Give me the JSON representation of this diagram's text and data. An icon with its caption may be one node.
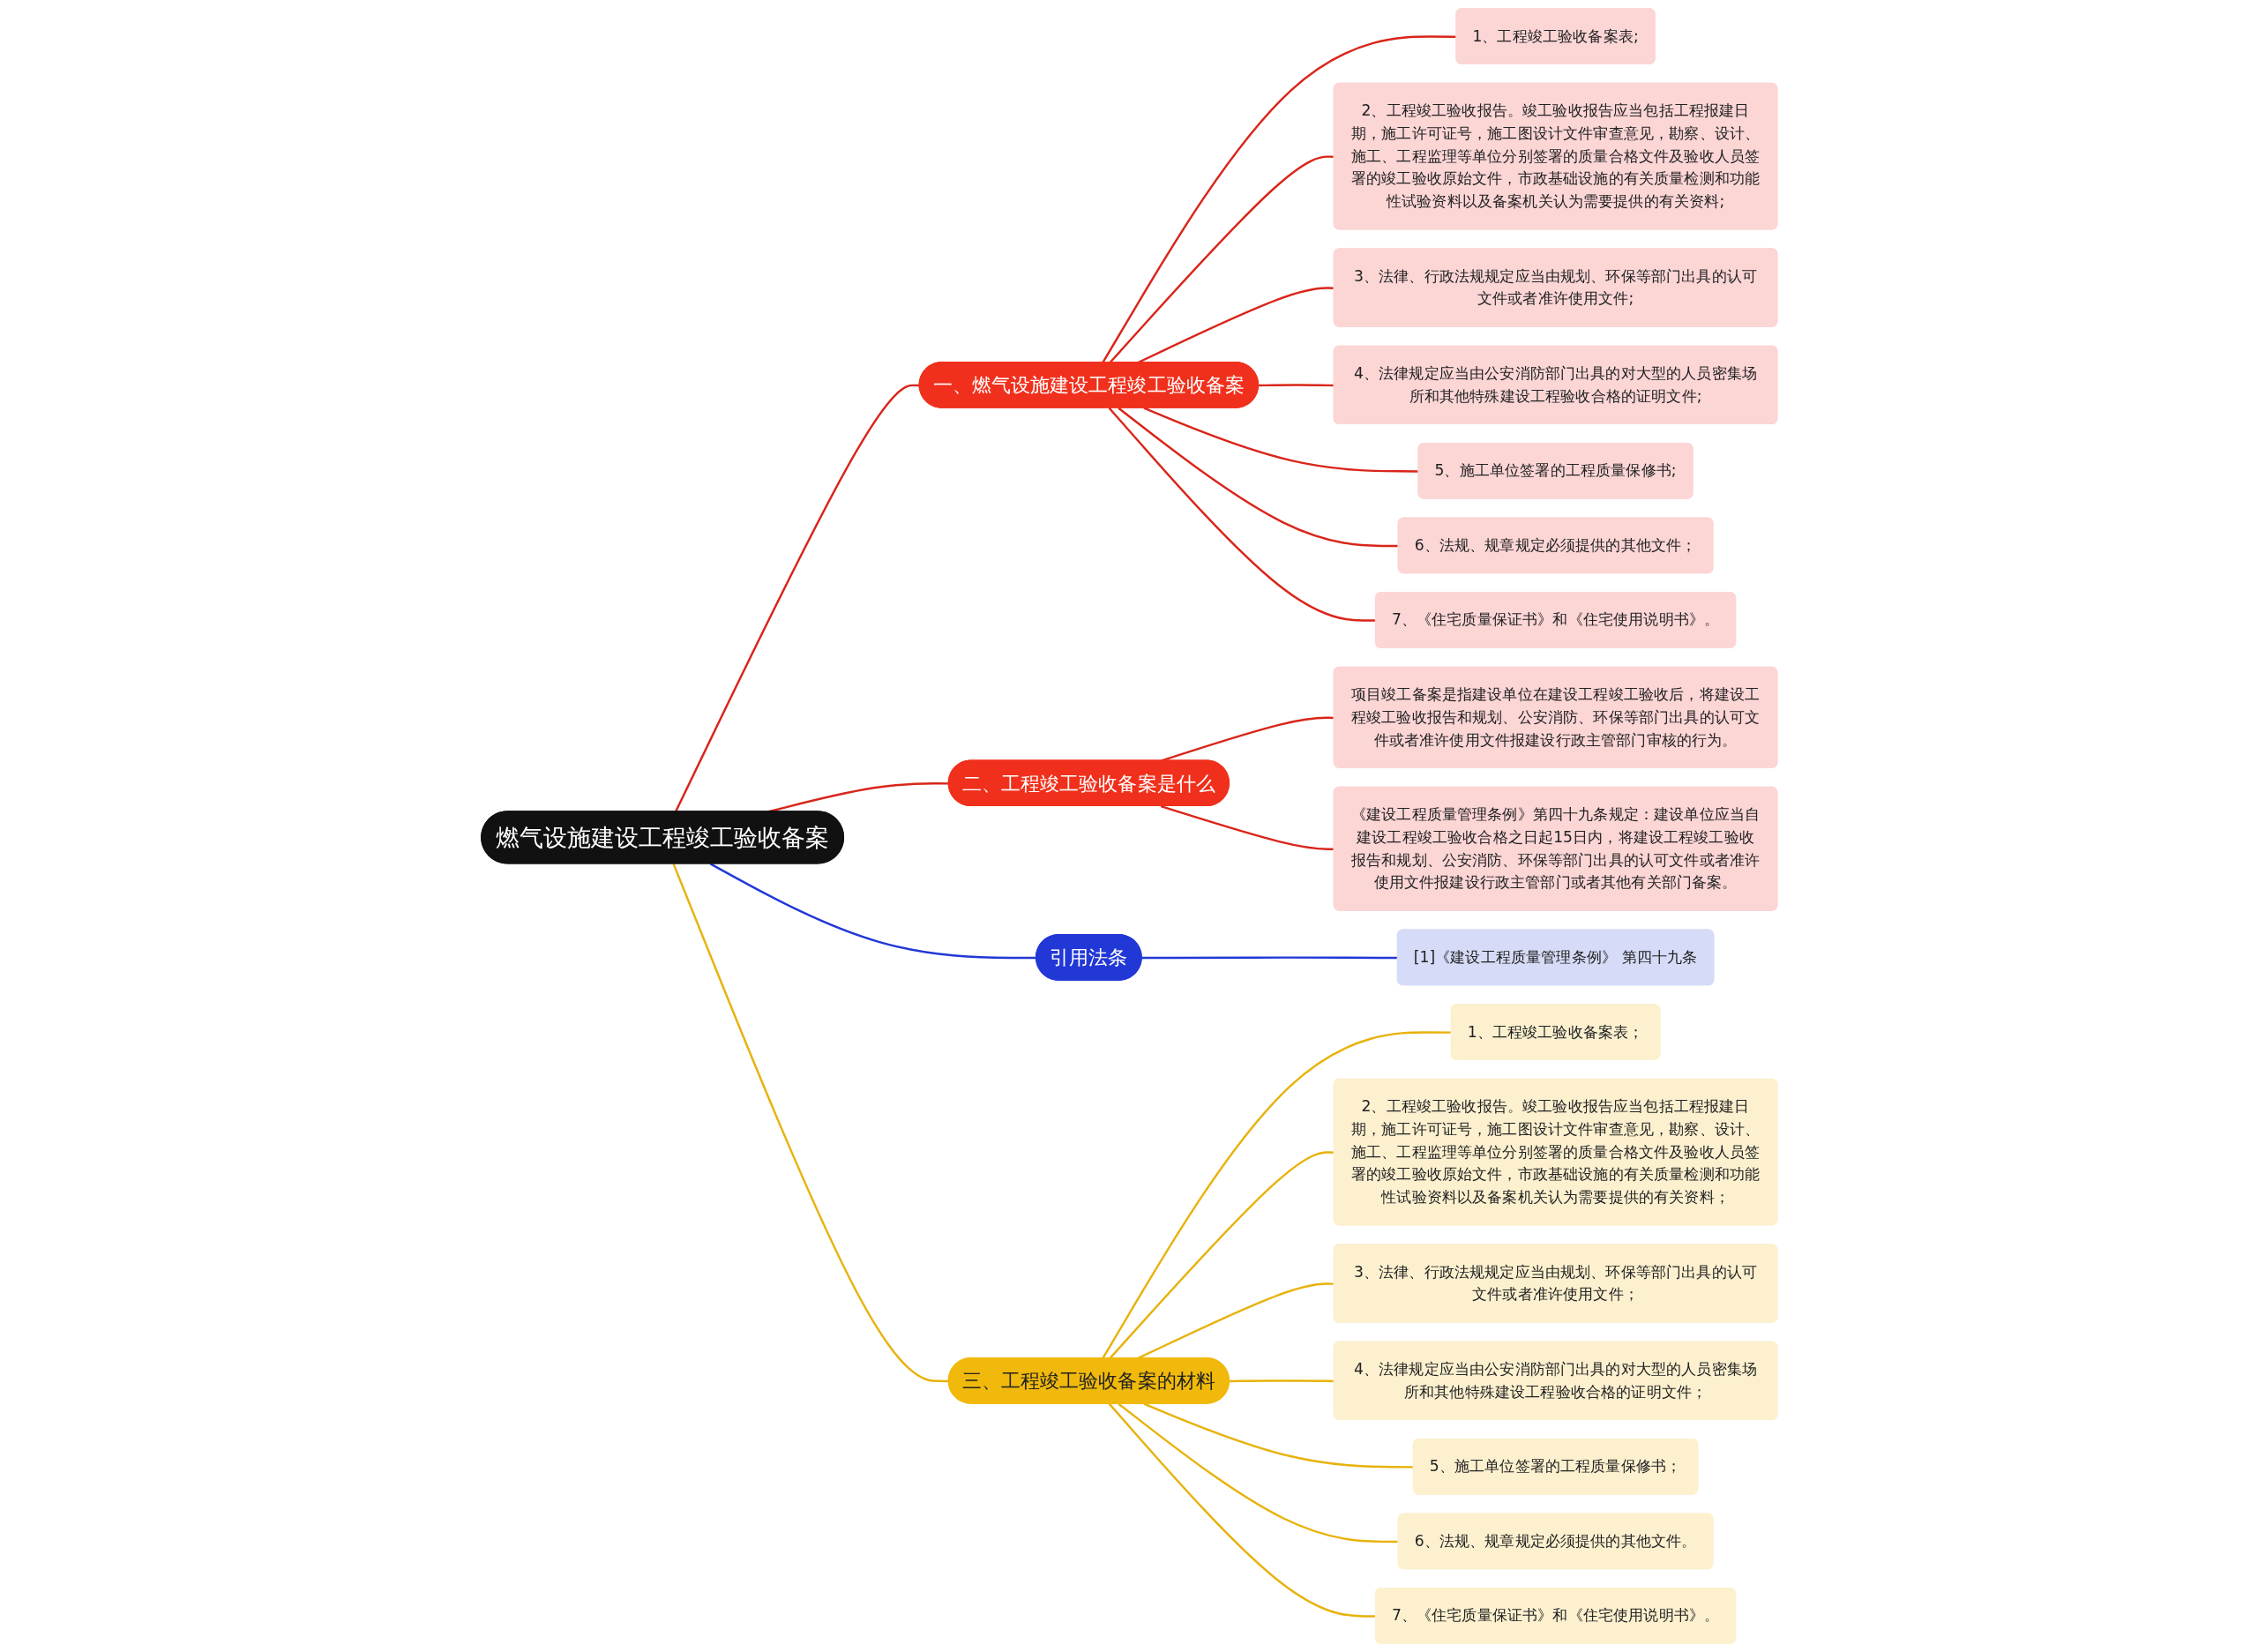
{
  "diagram": {
    "nodes": [
      {
        "text": [
          "燃气设施建设工程竣工验收备案"
        ]
      },
      {
        "text": [
          "一、燃气设施建设工程竣工验收备案"
        ]
      },
      {
        "text": [
          "1、工程竣工验收备案表;"
        ]
      },
      {
        "text": [
          "2、工程竣工验收报告。竣工验收报告应当包括工程报建日期，施工许可证号，施工图设计文件审查意见，勘察、设计、施工、工程监理等单位分别签署的质量合格文件及验收人员签署的竣工验收原始文件，市政基础设施的有关质量检测和功能性试验资料以及备案机关认为需要提供的有关资料;"
        ]
      },
      {
        "text": [
          "3、法律、行政法规规定应当由规划、环保等部门出具的认可文件或者准许使用文件;"
        ]
      },
      {
        "text": [
          "4、法律规定应当由公安消防部门出具的对大型的人员密集场所和其他特殊建设工程验收合格的证明文件;"
        ]
      },
      {
        "text": [
          "5、施工单位签署的工程质量保修书;"
        ]
      },
      {
        "text": [
          "6、法规、规章规定必须提供的其他文件；"
        ]
      },
      {
        "text": [
          "7、《住宅质量保证书》和《住宅使用说明书》。"
        ]
      },
      {
        "text": [
          "二、工程竣工验收备案是什么"
        ]
      },
      {
        "text": [
          "项目竣工备案是指建设单位在建设工程竣工验收后，将建设工程竣工验收报告和规划、公安消防、环保等部门出具的认可文件或者准许使用文件报建设行政主管部门审核的行为。"
        ]
      },
      {
        "text": [
          "《建设工程质量管理条例》第四十九条规定：建设单位应当自建设工程竣工验收合格之日起15日内，将建设工程竣工验收报告和规划、公安消防、环保等部门出具的认可文件或者准许使用文件报建设行政主管部门或者其他有关部门备案。"
        ]
      },
      {
        "text": [
          "引用法条"
        ]
      },
      {
        "text": [
          "[1]《建设工程质量管理条例》 第四十九条"
        ]
      },
      {
        "text": [
          "三、工程竣工验收备案的材料"
        ]
      },
      {
        "text": [
          "1、工程竣工验收备案表；"
        ]
      },
      {
        "text": [
          "2、工程竣工验收报告。竣工验收报告应当包括工程报建日期，施工许可证号，施工图设计文件审查意见，勘察、设计、施工、工程监理等单位分别签署的质量合格文件及验收人员签署的竣工验收原始文件，市政基础设施的有关质量检测和功能性试验资料以及备案机关认为需要提供的有关资料；"
        ]
      },
      {
        "text": [
          "3、法律、行政法规规定应当由规划、环保等部门出具的认可文件或者准许使用文件；"
        ]
      },
      {
        "text": [
          "4、法律规定应当由公安消防部门出具的对大型的人员密集场所和其他特殊建设工程验收合格的证明文件；"
        ]
      },
      {
        "text": [
          "5、施工单位签署的工程质量保修书；"
        ]
      },
      {
        "text": [
          "6、法规、规章规定必须提供的其他文件。"
        ]
      },
      {
        "text": [
          "7、《住宅质量保证书》和《住宅使用说明书》。"
        ]
      }
    ],
    "edges": [
      {
        "from": 0,
        "to": 1,
        "arrow": "none"
      },
      {
        "from": 1,
        "to": 2,
        "arrow": "none"
      },
      {
        "from": 1,
        "to": 3,
        "arrow": "none"
      },
      {
        "from": 1,
        "to": 4,
        "arrow": "none"
      },
      {
        "from": 1,
        "to": 5,
        "arrow": "none"
      },
      {
        "from": 1,
        "to": 6,
        "arrow": "none"
      },
      {
        "from": 1,
        "to": 7,
        "arrow": "none"
      },
      {
        "from": 1,
        "to": 8,
        "arrow": "none"
      },
      {
        "from": 0,
        "to": 9,
        "arrow": "none"
      },
      {
        "from": 9,
        "to": 10,
        "arrow": "none"
      },
      {
        "from": 9,
        "to": 11,
        "arrow": "none"
      },
      {
        "from": 0,
        "to": 12,
        "arrow": "none",
        "color": "#2238d6"
      },
      {
        "from": 12,
        "to": 13,
        "arrow": "none",
        "color": "#2238d6"
      },
      {
        "from": 0,
        "to": 14,
        "arrow": "none",
        "color": "#e8b20c"
      },
      {
        "from": 14,
        "to": 15,
        "arrow": "none",
        "color": "#e8b20c"
      },
      {
        "from": 14,
        "to": 16,
        "arrow": "none",
        "color": "#e8b20c"
      },
      {
        "from": 14,
        "to": 17,
        "arrow": "none",
        "color": "#e8b20c"
      },
      {
        "from": 14,
        "to": 18,
        "arrow": "none",
        "color": "#e8b20c"
      },
      {
        "from": 14,
        "to": 19,
        "arrow": "none",
        "color": "#e8b20c"
      },
      {
        "from": 14,
        "to": 20,
        "arrow": "none",
        "color": "#e8b20c"
      },
      {
        "from": 14,
        "to": 21,
        "arrow": "none",
        "color": "#e8b20c"
      }
    ]
  }
}
